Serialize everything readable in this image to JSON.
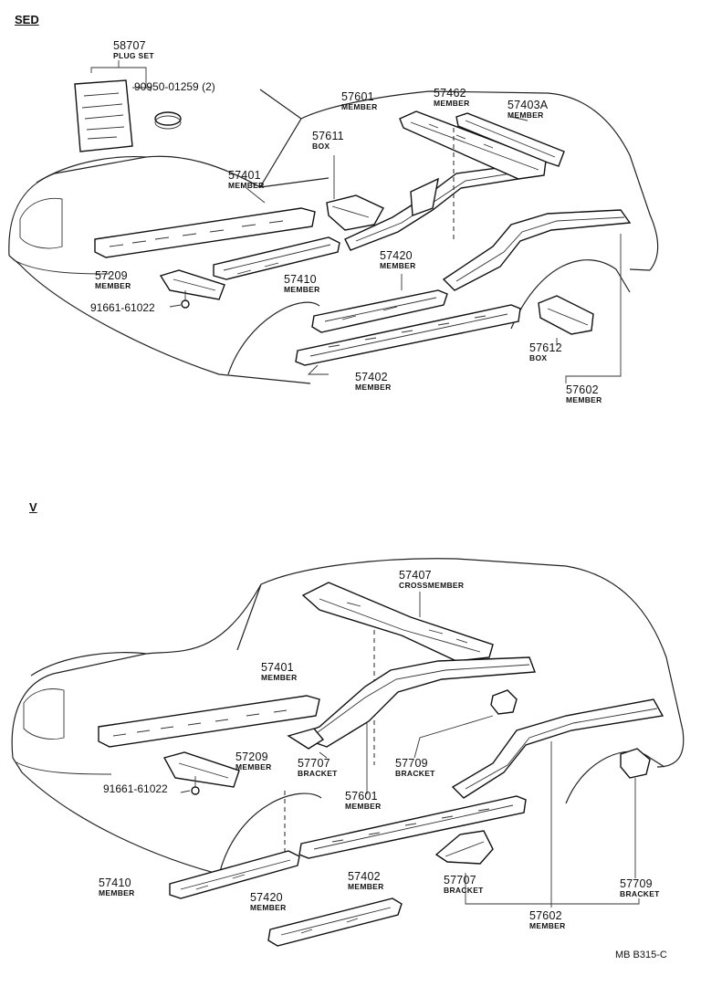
{
  "sections": [
    {
      "tag": "SED",
      "callouts": [
        {
          "id": "58707",
          "num": "58707",
          "desc": "PLUG SET"
        },
        {
          "id": "90950",
          "num": "90950-01259 (2)",
          "desc": ""
        },
        {
          "id": "57601",
          "num": "57601",
          "desc": "MEMBER"
        },
        {
          "id": "57462",
          "num": "57462",
          "desc": "MEMBER"
        },
        {
          "id": "57403A",
          "num": "57403A",
          "desc": "MEMBER"
        },
        {
          "id": "57611",
          "num": "57611",
          "desc": "BOX"
        },
        {
          "id": "57401",
          "num": "57401",
          "desc": "MEMBER"
        },
        {
          "id": "57420",
          "num": "57420",
          "desc": "MEMBER"
        },
        {
          "id": "57209",
          "num": "57209",
          "desc": "MEMBER"
        },
        {
          "id": "57410",
          "num": "57410",
          "desc": "MEMBER"
        },
        {
          "id": "91661",
          "num": "91661-61022",
          "desc": ""
        },
        {
          "id": "57612",
          "num": "57612",
          "desc": "BOX"
        },
        {
          "id": "57402",
          "num": "57402",
          "desc": "MEMBER"
        },
        {
          "id": "57602",
          "num": "57602",
          "desc": "MEMBER"
        }
      ]
    },
    {
      "tag": "V",
      "callouts": [
        {
          "id": "57407",
          "num": "57407",
          "desc": "CROSSMEMBER"
        },
        {
          "id": "57401",
          "num": "57401",
          "desc": "MEMBER"
        },
        {
          "id": "57209",
          "num": "57209",
          "desc": "MEMBER"
        },
        {
          "id": "91661",
          "num": "91661-61022",
          "desc": ""
        },
        {
          "id": "57707a",
          "num": "57707",
          "desc": "BRACKET"
        },
        {
          "id": "57709a",
          "num": "57709",
          "desc": "BRACKET"
        },
        {
          "id": "57601",
          "num": "57601",
          "desc": "MEMBER"
        },
        {
          "id": "57410",
          "num": "57410",
          "desc": "MEMBER"
        },
        {
          "id": "57402",
          "num": "57402",
          "desc": "MEMBER"
        },
        {
          "id": "57707b",
          "num": "57707",
          "desc": "BRACKET"
        },
        {
          "id": "57709b",
          "num": "57709",
          "desc": "BRACKET"
        },
        {
          "id": "57420",
          "num": "57420",
          "desc": "MEMBER"
        },
        {
          "id": "57602",
          "num": "57602",
          "desc": "MEMBER"
        }
      ]
    }
  ],
  "footer": "MB  B315-C"
}
